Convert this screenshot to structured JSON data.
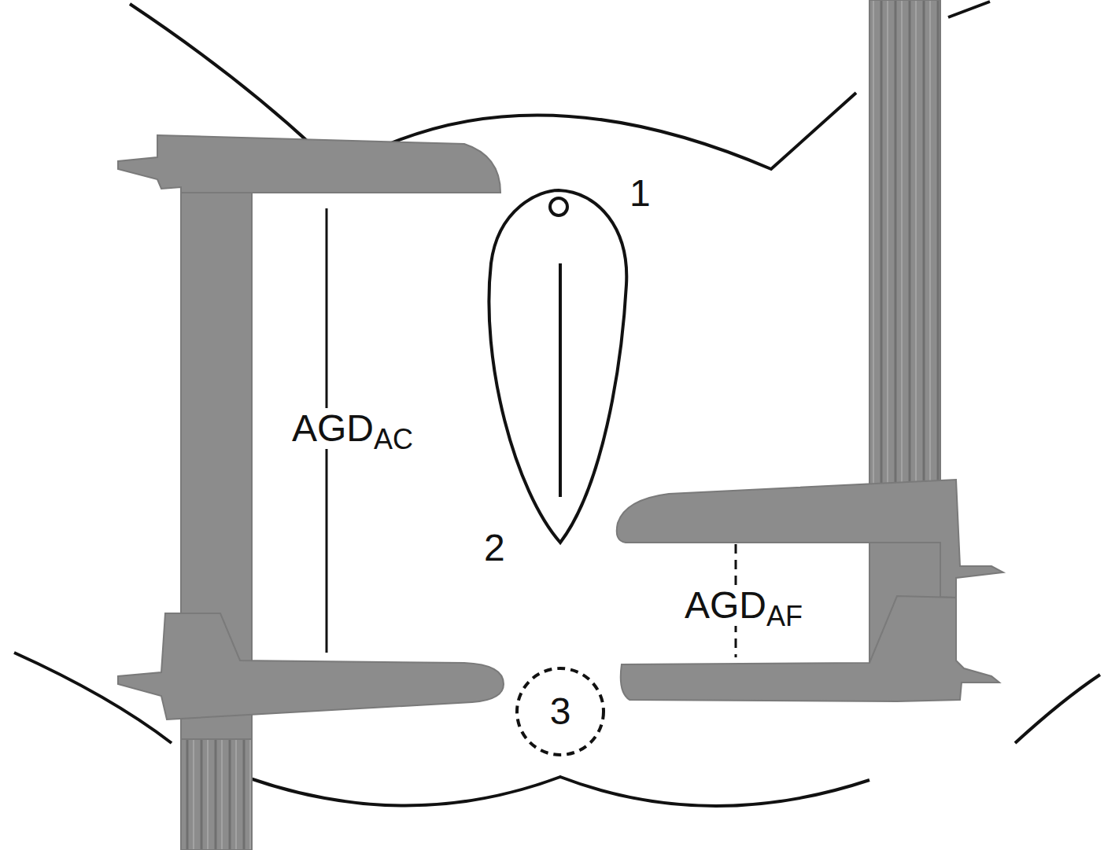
{
  "diagram": {
    "nodes": [
      {
        "text": [
          "3"
        ]
      }
    ],
    "labels": [
      "1",
      "2",
      "AGD",
      "AC",
      "AGD",
      "AF"
    ]
  }
}
